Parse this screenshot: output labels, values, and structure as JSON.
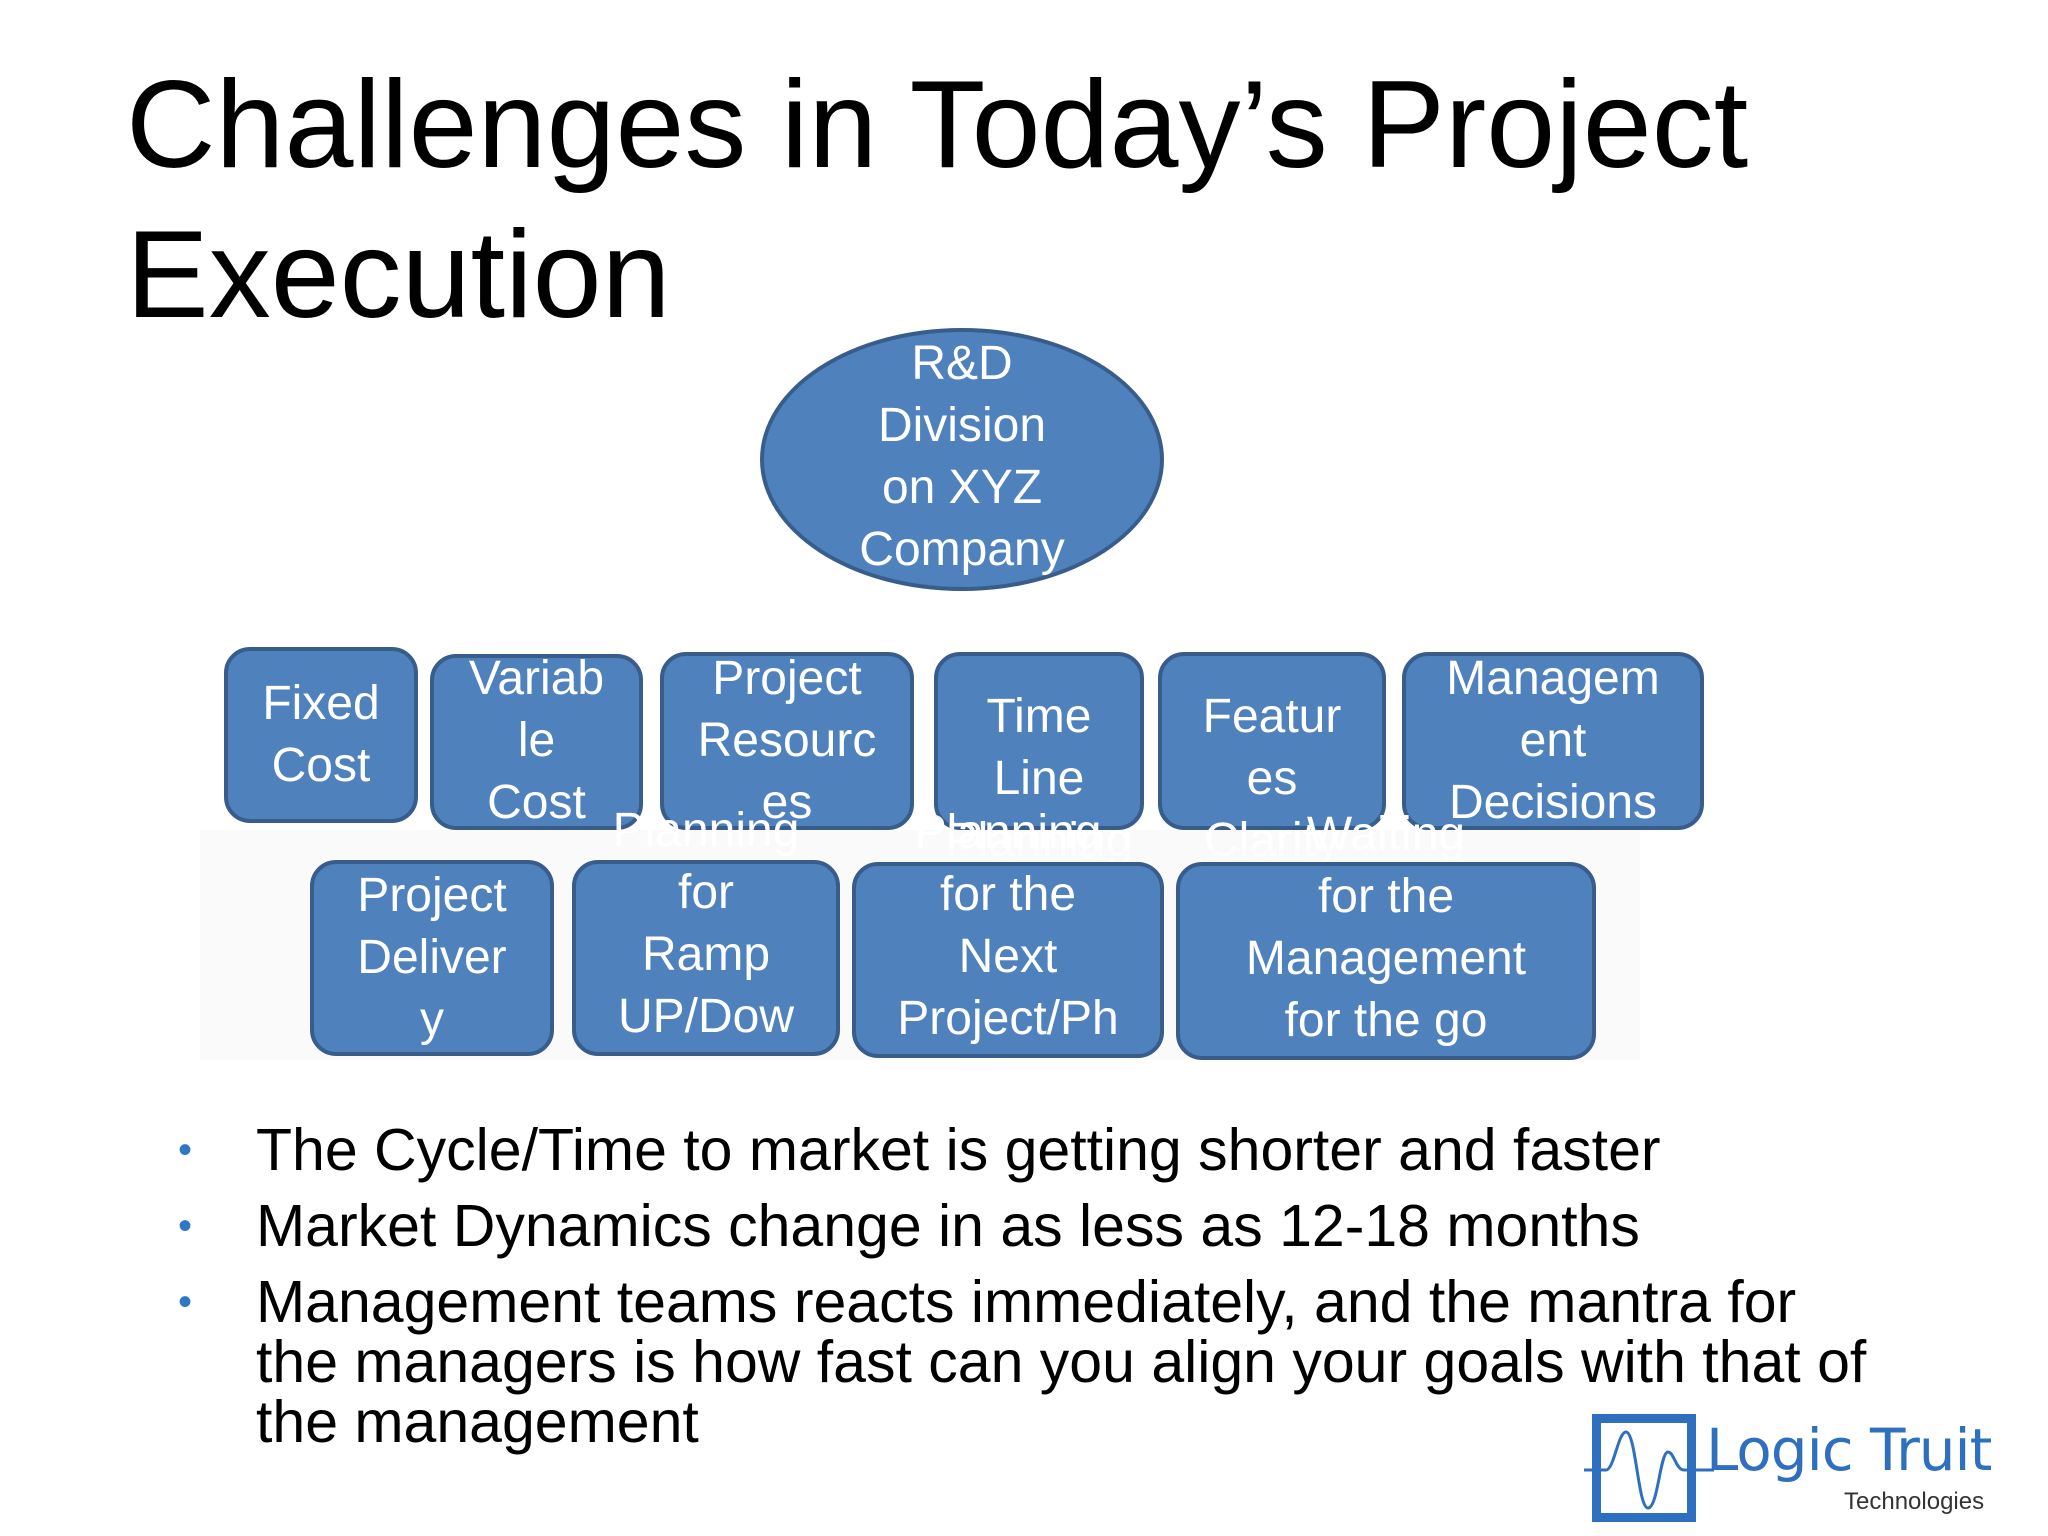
{
  "slide": {
    "title": "Challenges in Today’s Project Execution"
  },
  "diagram": {
    "root": {
      "text": "R&D\nDivision\non XYZ\nCompany"
    },
    "row1": [
      {
        "name": "fixed-cost",
        "text": "Fixed\nCost"
      },
      {
        "name": "variable-cost",
        "text": "Variab\nle\nCost"
      },
      {
        "name": "project-resources",
        "text": "Project\nResourc\nes"
      },
      {
        "name": "time-line",
        "text": "Time\nLine\nPlanning"
      },
      {
        "name": "features",
        "text": "Featur\nes\nClarity"
      },
      {
        "name": "management-decisions",
        "text": "Managem\nent\nDecisions"
      }
    ],
    "row2": [
      {
        "name": "project-delivery",
        "text": "Project\nDeliver\ny"
      },
      {
        "name": "planning-ramp",
        "text": "Planning\nfor\nRamp\nUP/Dow"
      },
      {
        "name": "planning-next-project",
        "text": "Planning\nfor the\nNext\nProject/Ph"
      },
      {
        "name": "waiting-management",
        "text": "Waiting\nfor the\nManagement\nfor the go"
      }
    ]
  },
  "bullets": [
    "The Cycle/Time to market is getting shorter and faster",
    "Market Dynamics change in as less as 12-18 months",
    "Management teams reacts immediately, and the mantra for the managers is how fast can you align your goals with that of the management"
  ],
  "logo": {
    "name": "Logic Truit",
    "subtitle": "Technologies"
  },
  "colors": {
    "node_fill": "#4f81bd",
    "node_border": "#385d8a",
    "bullet": "#2f78c4",
    "logo": "#2e6fbf"
  }
}
